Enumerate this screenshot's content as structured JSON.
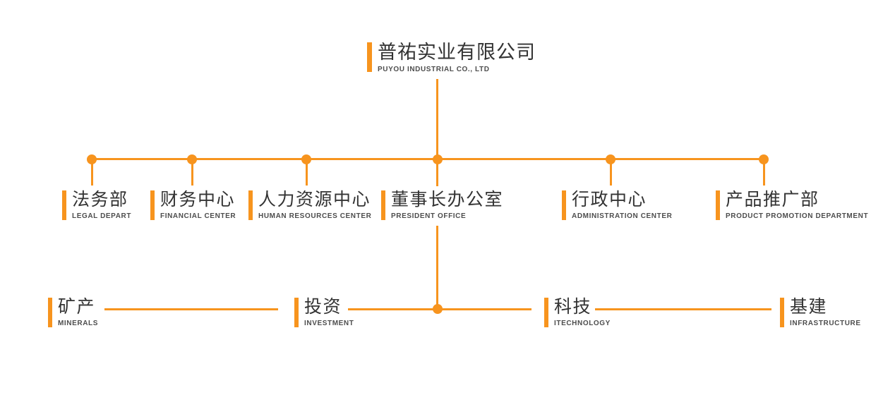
{
  "colors": {
    "accent": "#f7941e",
    "title_text": "#333333",
    "subtitle_text": "#4d4d4d"
  },
  "org": {
    "root": {
      "title": "普祐实业有限公司",
      "subtitle": "PUYOU INDUSTRIAL CO., LTD"
    },
    "departments": [
      {
        "title": "法务部",
        "subtitle": "LEGAL DEPART"
      },
      {
        "title": "财务中心",
        "subtitle": "FINANCIAL CENTER"
      },
      {
        "title": "人力资源中心",
        "subtitle": "HUMAN RESOURCES CENTER"
      },
      {
        "title": "董事长办公室",
        "subtitle": "PRESIDENT OFFICE"
      },
      {
        "title": "行政中心",
        "subtitle": "ADMINISTRATION CENTER"
      },
      {
        "title": "产品推广部",
        "subtitle": "PRODUCT PROMOTION DEPARTMENT"
      }
    ],
    "divisions": [
      {
        "title": "矿产",
        "subtitle": "MINERALS"
      },
      {
        "title": "投资",
        "subtitle": "INVESTMENT"
      },
      {
        "title": "科技",
        "subtitle": "ITECHNOLOGY"
      },
      {
        "title": "基建",
        "subtitle": "INFRASTRUCTURE"
      }
    ]
  }
}
